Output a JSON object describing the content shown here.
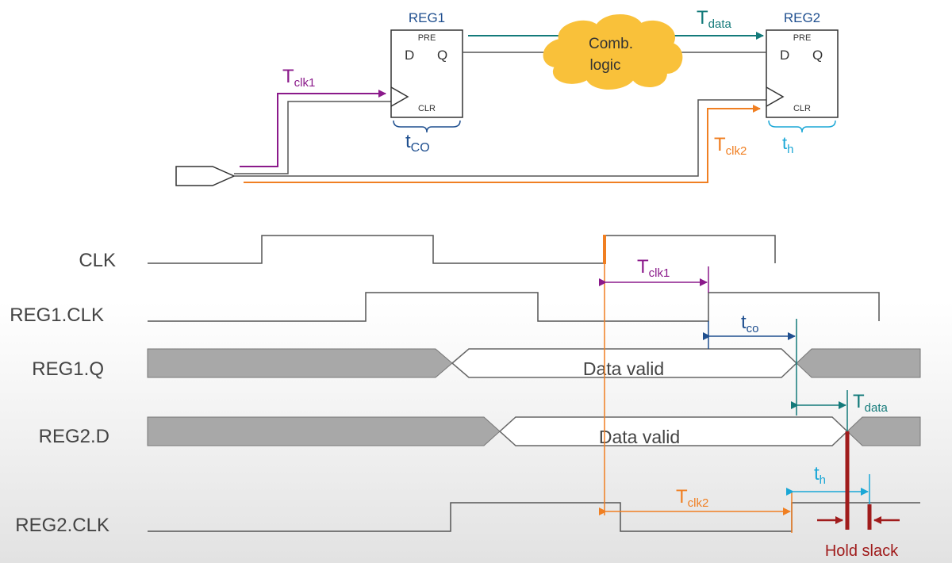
{
  "registers": {
    "reg1": {
      "name": "REG1",
      "pin_d": "D",
      "pin_q": "Q",
      "pin_pre": "PRE",
      "pin_clr": "CLR"
    },
    "reg2": {
      "name": "REG2",
      "pin_d": "D",
      "pin_q": "Q",
      "pin_pre": "PRE",
      "pin_clr": "CLR"
    }
  },
  "comb_logic": {
    "line1": "Comb.",
    "line2": "logic"
  },
  "labels": {
    "t_letter": "T",
    "t_small": "t",
    "data_sub": "data",
    "clk1_sub": "clk1",
    "clk2_sub": "clk2",
    "co_sub": "CO",
    "co_sub_wave": "co",
    "h_sub": "h",
    "hold_slack": "Hold slack"
  },
  "signals": {
    "clk": "CLK",
    "reg1_clk": "REG1.CLK",
    "reg1_q": "REG1.Q",
    "reg2_d": "REG2.D",
    "reg2_clk": "REG2.CLK"
  },
  "bus_text": {
    "reg1_q": "Data valid",
    "reg2_d": "Data valid"
  },
  "colors": {
    "purple": "#8b1a8b",
    "teal": "#137a7a",
    "orange": "#f07f22",
    "navy": "#1f4f8f",
    "cyan": "#1aa7d6",
    "dark_red": "#a01c1c",
    "cloud": "#f9c13a",
    "bus_fill": "#a8a8a8",
    "line": "#4a4a4a"
  }
}
